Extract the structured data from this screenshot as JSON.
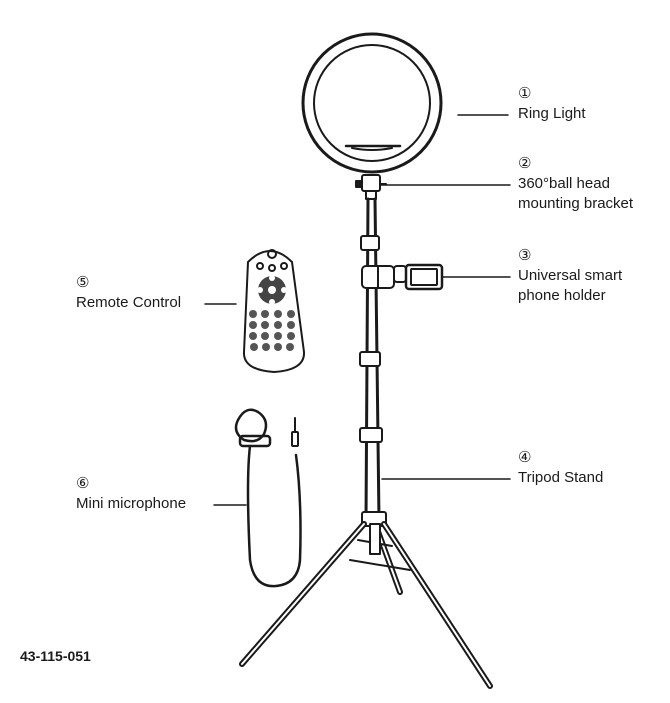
{
  "callouts": {
    "ring_light": {
      "number": "①",
      "lines": [
        "Ring Light"
      ]
    },
    "ball_head": {
      "number": "②",
      "lines": [
        "360°ball head",
        "mounting bracket"
      ]
    },
    "phone_holder": {
      "number": "③",
      "lines": [
        "Universal smart",
        "phone holder"
      ]
    },
    "tripod": {
      "number": "④",
      "lines": [
        "Tripod Stand"
      ]
    },
    "remote": {
      "number": "⑤",
      "lines": [
        "Remote Control"
      ]
    },
    "microphone": {
      "number": "⑥",
      "lines": [
        "Mini microphone"
      ]
    }
  },
  "model_code": "43-115-051",
  "colors": {
    "line": "#1a1a1a",
    "button": "#555555",
    "background": "#ffffff"
  }
}
